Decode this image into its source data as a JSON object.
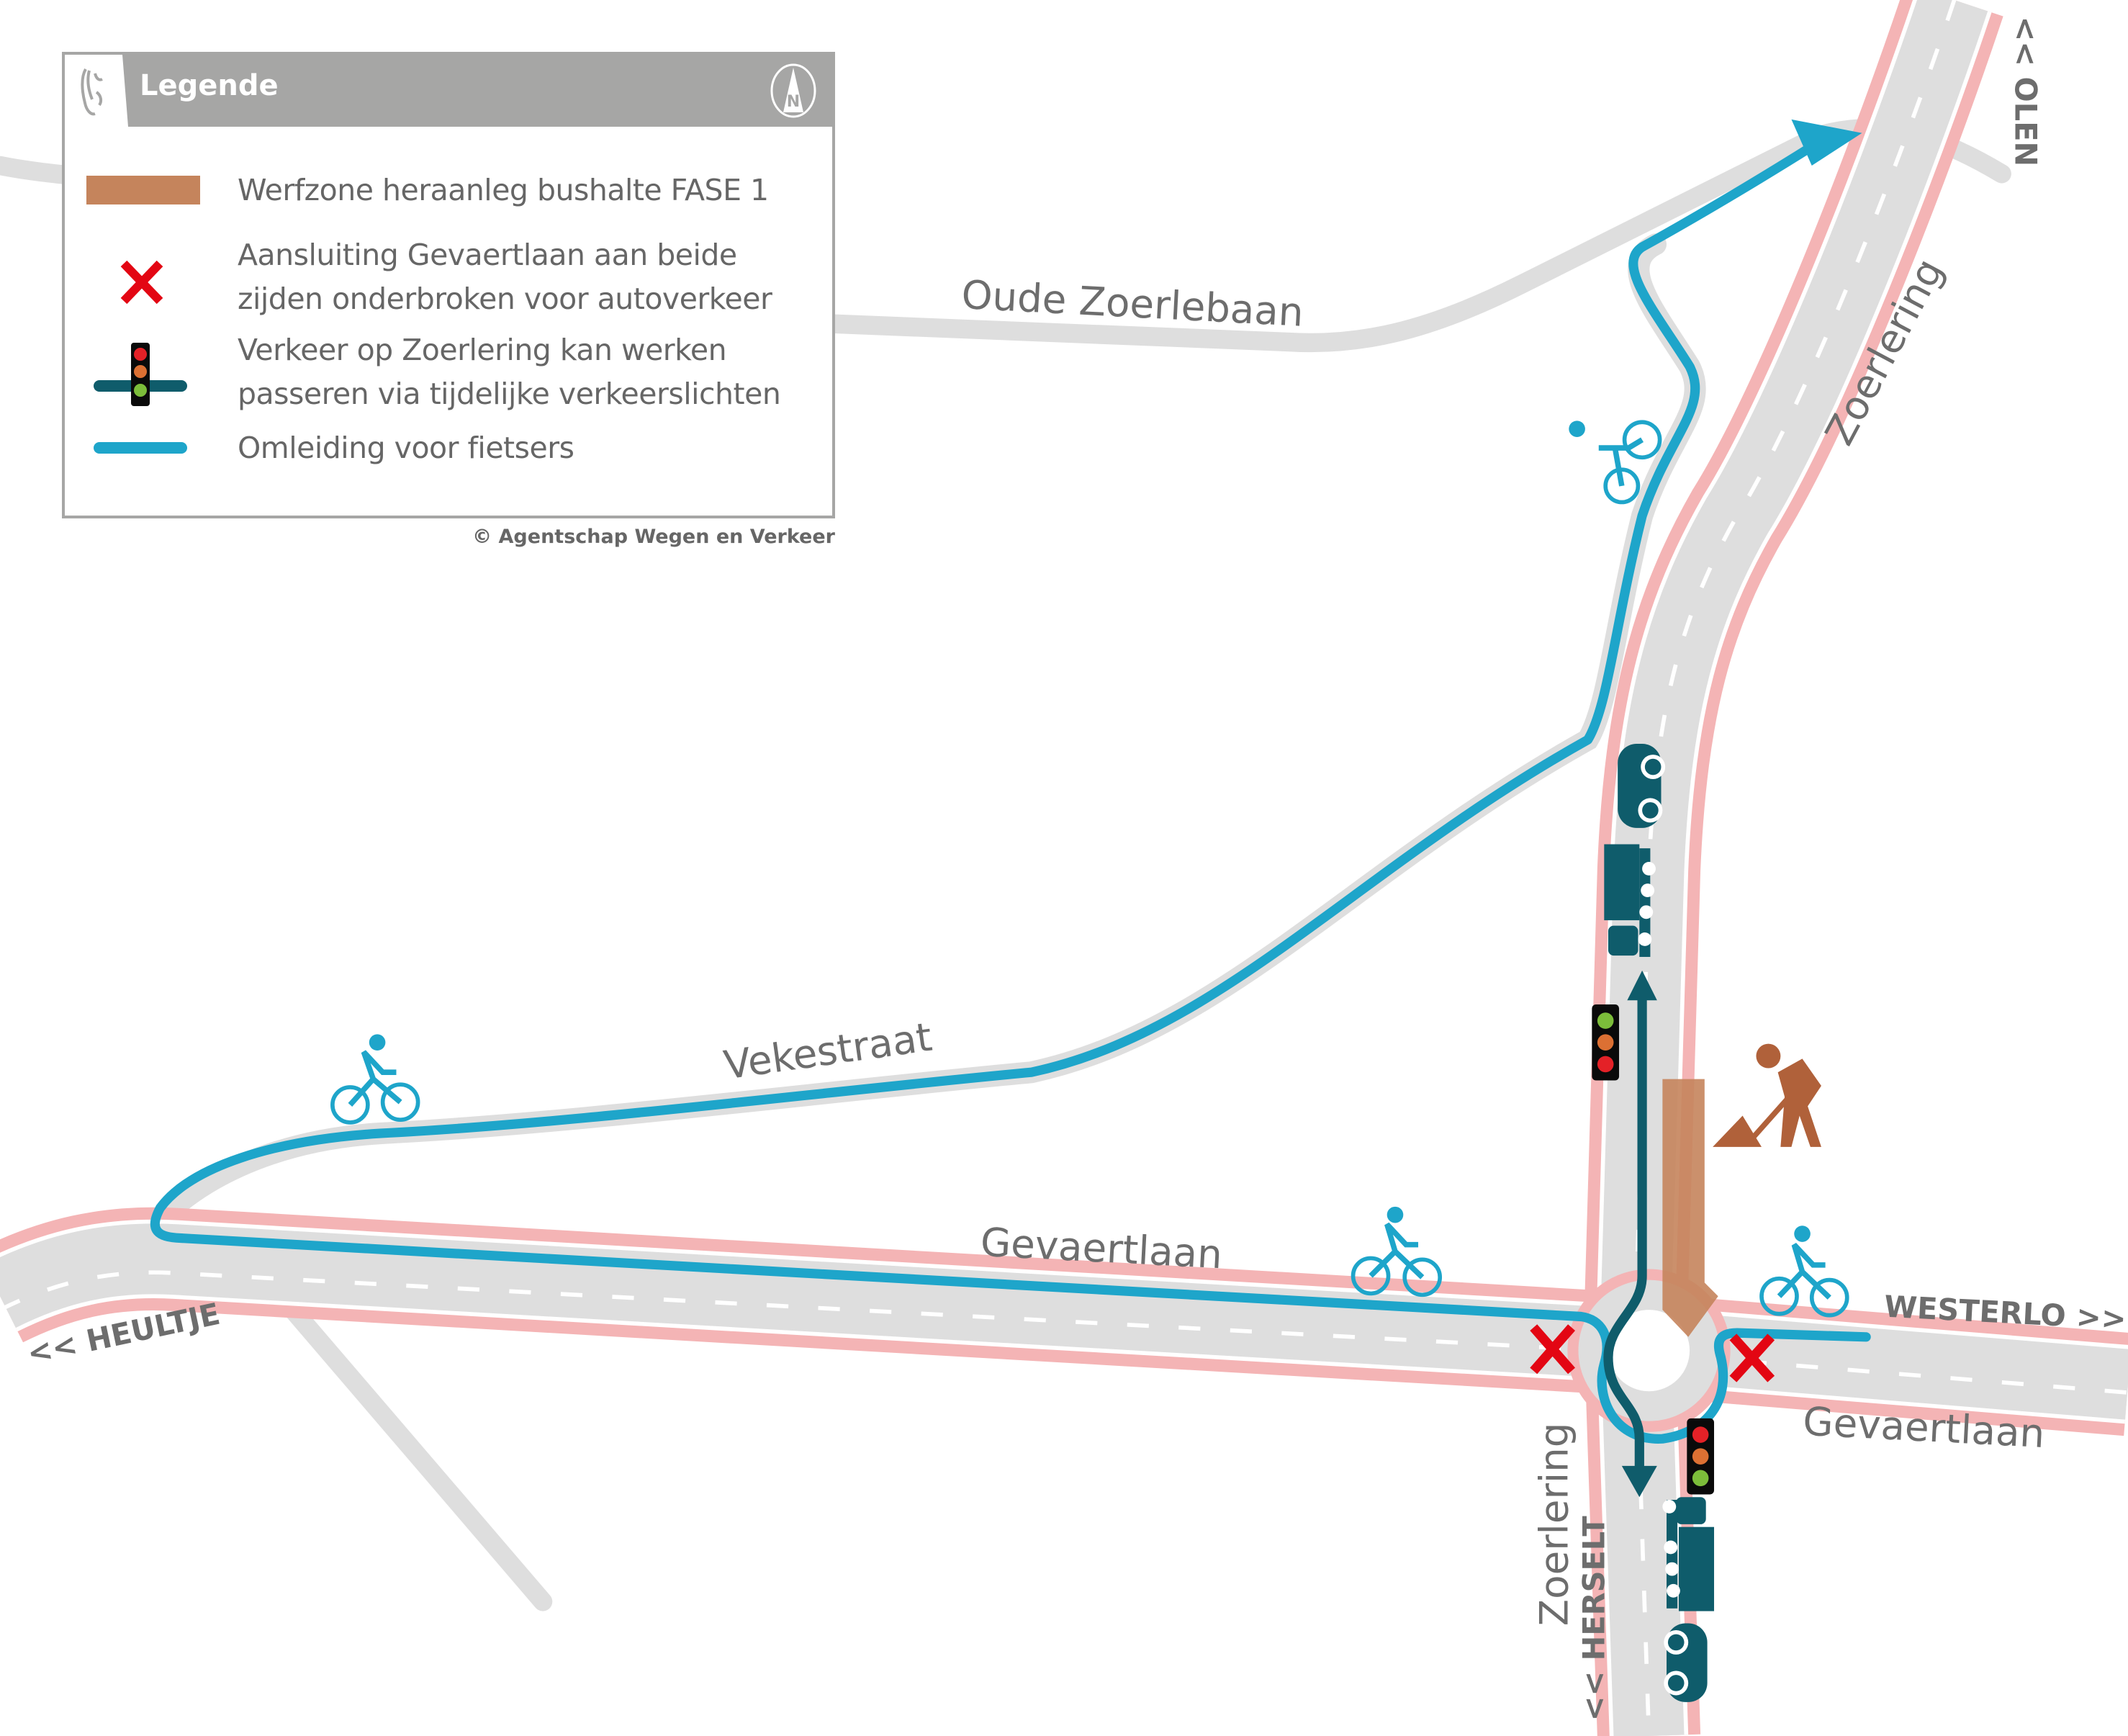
{
  "legend": {
    "title": "Legende",
    "north_label": "N",
    "items": [
      {
        "symbol": "brown-rectangle",
        "color": "#c5845c",
        "text": "Werfzone heraanleg bushalte FASE 1"
      },
      {
        "symbol": "red-cross",
        "color": "#e30613",
        "text_line1": "Aansluiting Gevaertlaan aan beide",
        "text_line2": "zijden onderbroken voor autoverkeer"
      },
      {
        "symbol": "traffic-light-on-road",
        "color": "#0f5c6b",
        "text_line1": "Verkeer op Zoerlering kan werken",
        "text_line2": "passeren via tijdelijke verkeerslichten"
      },
      {
        "symbol": "blue-line",
        "color": "#1ea5ca",
        "text": "Omleiding voor fietsers"
      }
    ],
    "credit": "© Agentschap Wegen en Verkeer"
  },
  "map": {
    "street_labels": {
      "oude_zoerlebaan": "Oude Zoerlebaan",
      "zoerlering_north": "Zoerlering",
      "vekestraat": "Vekestraat",
      "gevaertlaan_west": "Gevaertlaan",
      "gevaertlaan_east": "Gevaertlaan",
      "zoerlering_south": "Zoerlering"
    },
    "direction_labels": {
      "olen": "<< OLEN",
      "heultje": "<< HEULTJE",
      "westerlo": "WESTERLO >>",
      "herselt": "<< HERSELT"
    },
    "colors": {
      "road": "#dedede",
      "road_edge": "#f4b4b5",
      "bike_detour": "#1ea5ca",
      "traffic": "#0f5c6b",
      "worksite": "#c5845c",
      "worker": "#b0613a",
      "closure_cross": "#e30613",
      "label": "#6d6d6d",
      "legend_header": "#a6a6a5"
    }
  }
}
